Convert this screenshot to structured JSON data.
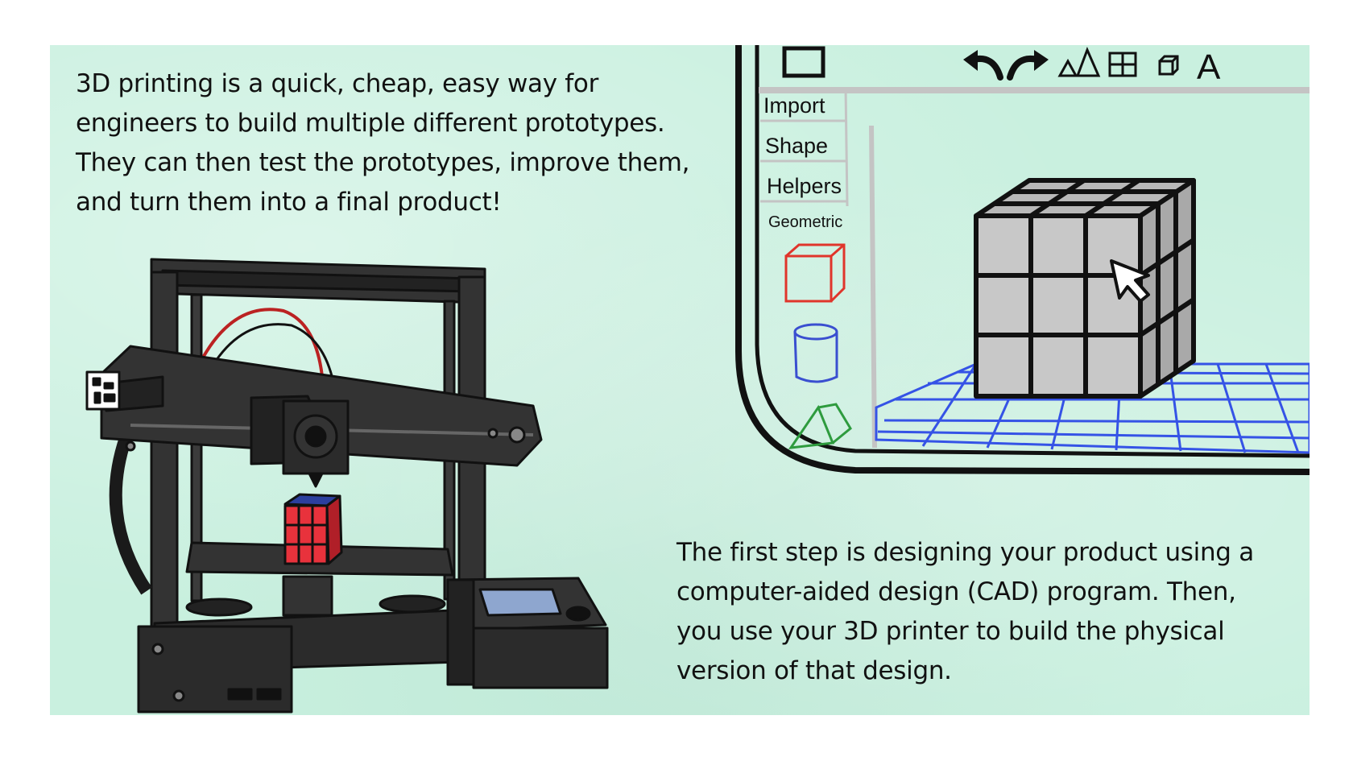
{
  "intro_text": "3D printing is a quick, cheap, easy way for\nengineers to build multiple different prototypes.\nThey can then test the prototypes, improve them,\nand turn them into a final product!",
  "steps_text": "The first step is designing your product using a\ncomputer-aided design (CAD) program. Then,\n you use your 3D printer to build the physical\nversion of that design.",
  "cad": {
    "toolbar_icons": [
      "square-outline-icon",
      "undo-icon",
      "redo-icon",
      "triangles-icon",
      "grid-icon",
      "small-cube-icon",
      "text-a-icon"
    ],
    "text_tool_label": "A",
    "menu": {
      "import": "Import",
      "shape": "Shape",
      "helpers": "Helpers",
      "geometric": "Geometric"
    },
    "shapes": [
      {
        "name": "cube",
        "color": "#e0352b"
      },
      {
        "name": "cylinder",
        "color": "#3a4fd0"
      },
      {
        "name": "triangular-prism",
        "color": "#2e9b3e"
      }
    ],
    "grid_color": "#3553e6",
    "cube_color": "#c8c8c8"
  },
  "printer": {
    "frame_color": "#333333",
    "print_object_color": "#e8323c"
  }
}
